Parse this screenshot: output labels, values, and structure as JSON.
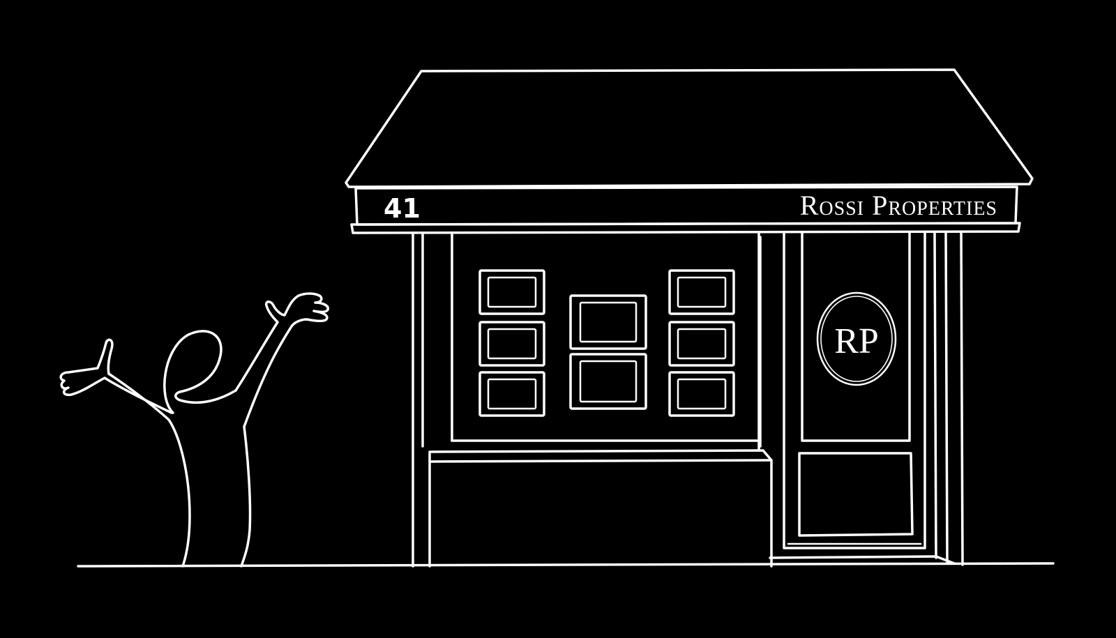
{
  "shop": {
    "street_number": "41",
    "name": "Rossi Properties",
    "logo_monogram": "RP"
  },
  "colors": {
    "background": "#000000",
    "line": "#ffffff"
  },
  "icons": [
    "waving-person-icon",
    "shop-front-icon",
    "rp-logo-icon"
  ]
}
